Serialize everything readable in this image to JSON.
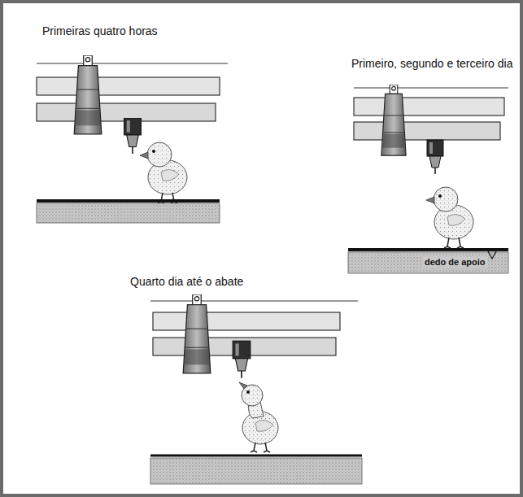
{
  "diagram": {
    "labels": [
      "Primeiras quatro horas",
      "Primeiro, segundo e terceiro dia",
      "dedo de apoio",
      "Quarto dia até o abate"
    ]
  }
}
